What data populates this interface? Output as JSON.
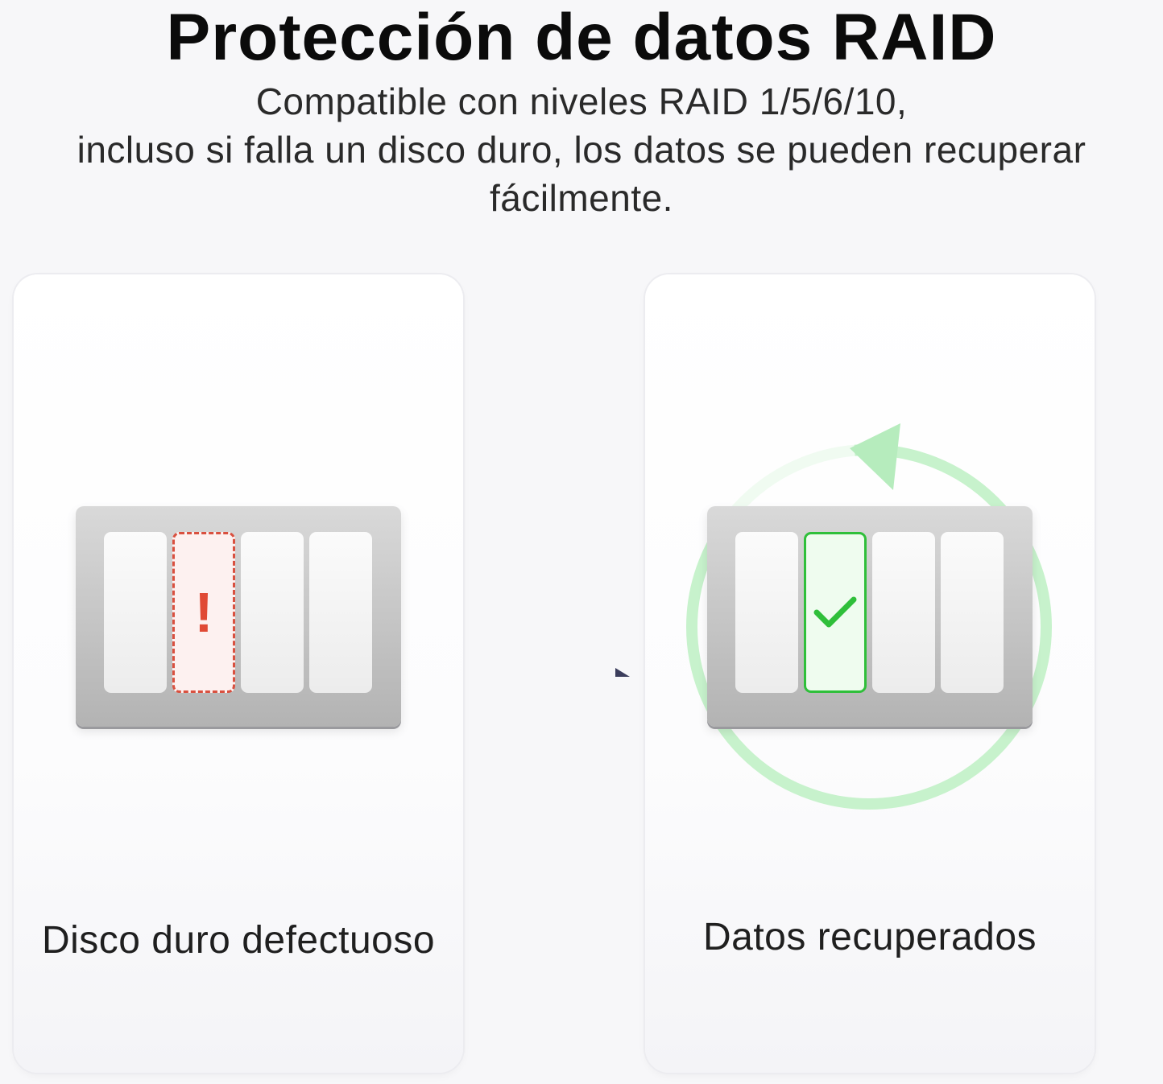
{
  "headline": {
    "title": "Protección de datos RAID",
    "subtitle_lines": [
      "Compatible con niveles RAID 1/5/6/10,",
      "incluso si falla un disco duro, los datos se pueden recuperar",
      "fácilmente."
    ]
  },
  "cards": {
    "failed": {
      "label": "Disco duro defectuoso",
      "failed_bay_index": 2,
      "bay_count": 4
    },
    "recovered": {
      "label": "Datos recuperados",
      "recovered_bay_index": 2,
      "bay_count": 4
    }
  },
  "colors": {
    "failed_accent": "#e04a35",
    "ok_accent": "#2fbf3a",
    "ring": "#c7f2cc",
    "arrow": "#3b3d5c"
  },
  "icons": {
    "failed": "exclamation-icon",
    "ok": "checkmark-icon",
    "transition": "dashed-arrow-icon",
    "sync": "circular-arrow-icon"
  }
}
